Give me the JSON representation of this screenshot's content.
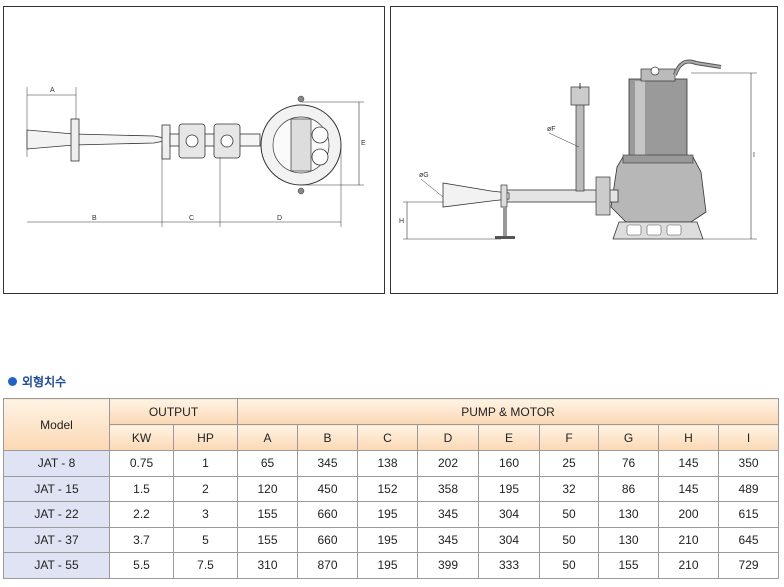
{
  "drawings": {
    "front_view": {
      "dimension_letters": [
        "A",
        "B",
        "C",
        "D",
        "E"
      ]
    },
    "side_view": {
      "dimension_letters": [
        "øF",
        "øG",
        "H",
        "I"
      ]
    }
  },
  "section_title": "외형치수",
  "table": {
    "header_model": "Model",
    "header_output": "OUTPUT",
    "header_pump_motor": "PUMP & MOTOR",
    "output_columns": [
      "KW",
      "HP"
    ],
    "pump_columns": [
      "A",
      "B",
      "C",
      "D",
      "E",
      "F",
      "G",
      "H",
      "I"
    ],
    "rows": [
      {
        "model": "JAT - 8",
        "kw": "0.75",
        "hp": "1",
        "values": [
          "65",
          "345",
          "138",
          "202",
          "160",
          "25",
          "76",
          "145",
          "350"
        ]
      },
      {
        "model": "JAT - 15",
        "kw": "1.5",
        "hp": "2",
        "values": [
          "120",
          "450",
          "152",
          "358",
          "195",
          "32",
          "86",
          "145",
          "489"
        ]
      },
      {
        "model": "JAT - 22",
        "kw": "2.2",
        "hp": "3",
        "values": [
          "155",
          "660",
          "195",
          "345",
          "304",
          "50",
          "130",
          "200",
          "615"
        ]
      },
      {
        "model": "JAT - 37",
        "kw": "3.7",
        "hp": "5",
        "values": [
          "155",
          "660",
          "195",
          "345",
          "304",
          "50",
          "130",
          "210",
          "645"
        ]
      },
      {
        "model": "JAT - 55",
        "kw": "5.5",
        "hp": "7.5",
        "values": [
          "310",
          "870",
          "195",
          "399",
          "333",
          "50",
          "155",
          "210",
          "729"
        ]
      }
    ]
  },
  "colors": {
    "header_fill": "#fbd8b4",
    "model_cell_fill": "#dfe3f3",
    "heading_text": "#1f4d9a"
  }
}
